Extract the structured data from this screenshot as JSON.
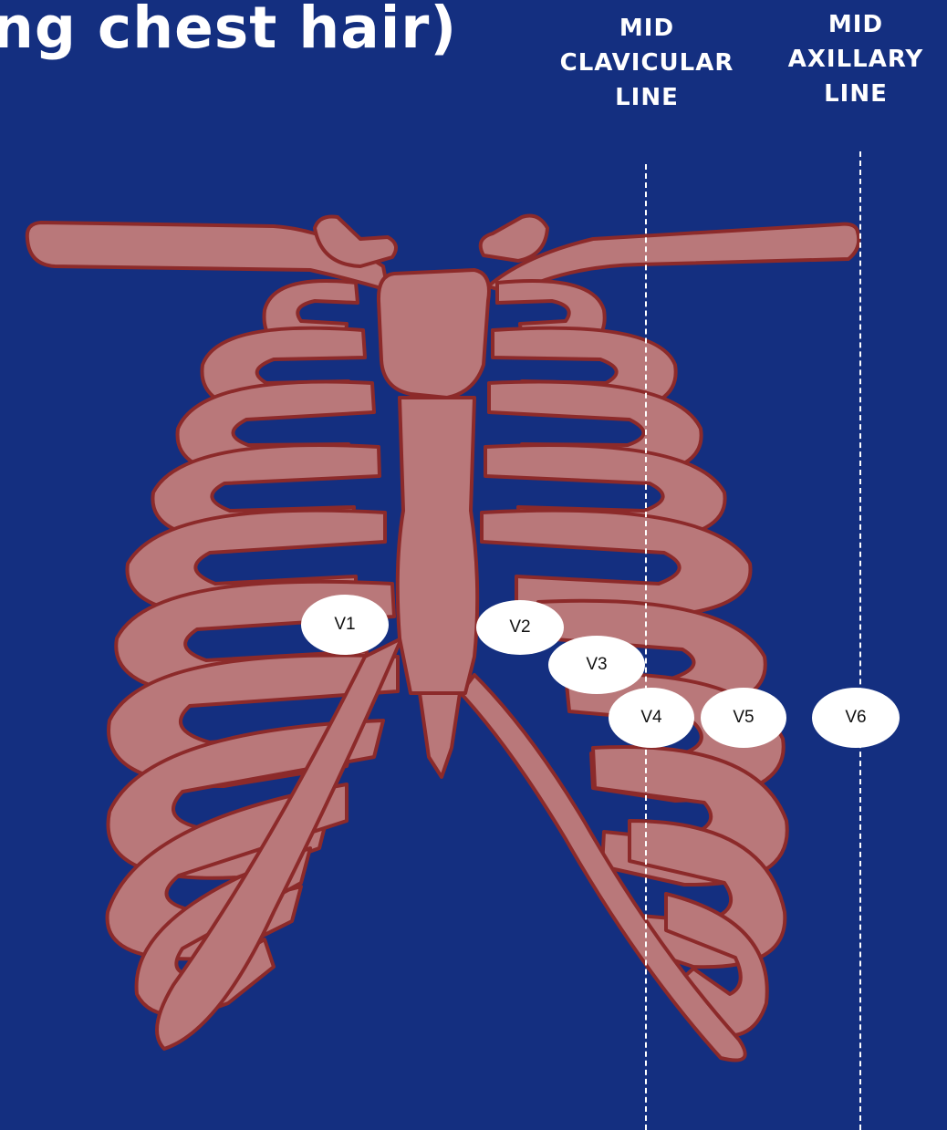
{
  "title": "ng chest hair)",
  "lines": {
    "mid_clavicular": [
      "MID",
      "CLAVICULAR",
      "LINE"
    ],
    "mid_axillary": [
      "MID",
      "AXILLARY",
      "LINE"
    ]
  },
  "electrodes": [
    "V1",
    "V2",
    "V3",
    "V4",
    "V5",
    "V6"
  ],
  "colors": {
    "background": "#142f80",
    "bone_fill": "#b9787a",
    "bone_outline": "#8c2a2a",
    "electrode": "#ffffff",
    "text": "#ffffff"
  }
}
